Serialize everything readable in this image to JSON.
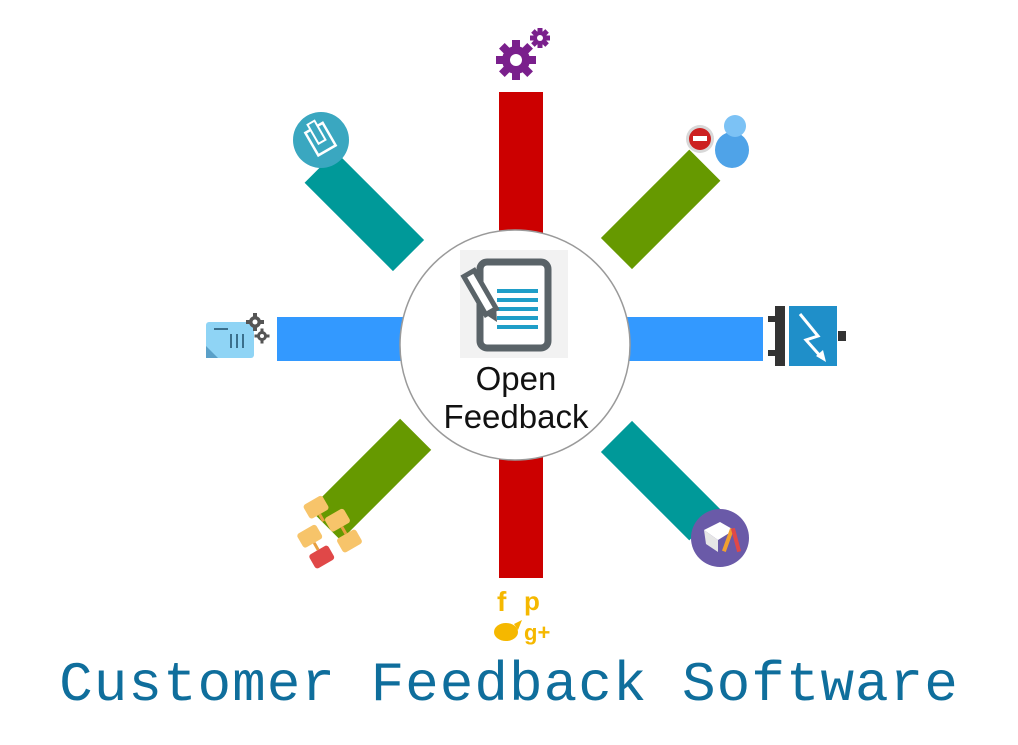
{
  "center": {
    "line1": "Open",
    "line2": "Feedback"
  },
  "footer": {
    "title": "Customer Feedback Software"
  },
  "spokes": [
    {
      "id": "top",
      "color": "#cc0000",
      "icon": "gears-icon"
    },
    {
      "id": "top-right",
      "color": "#669900",
      "icon": "user-remove-icon"
    },
    {
      "id": "right",
      "color": "#3399ff",
      "icon": "workflow-arrow-icon"
    },
    {
      "id": "bottom-right",
      "color": "#009999",
      "icon": "paint-tools-icon"
    },
    {
      "id": "bottom",
      "color": "#cc0000",
      "icon": "social-media-icons"
    },
    {
      "id": "bottom-left",
      "color": "#669900",
      "icon": "hierarchy-icon"
    },
    {
      "id": "left",
      "color": "#3399ff",
      "icon": "document-settings-icon"
    },
    {
      "id": "top-left",
      "color": "#009999",
      "icon": "edit-document-icon"
    }
  ],
  "colors": {
    "red": "#cc0000",
    "green": "#669900",
    "blue": "#3399ff",
    "teal": "#009999",
    "title": "#0f6e9c",
    "social": "#f5b800",
    "gear": "#7a1f8c"
  }
}
